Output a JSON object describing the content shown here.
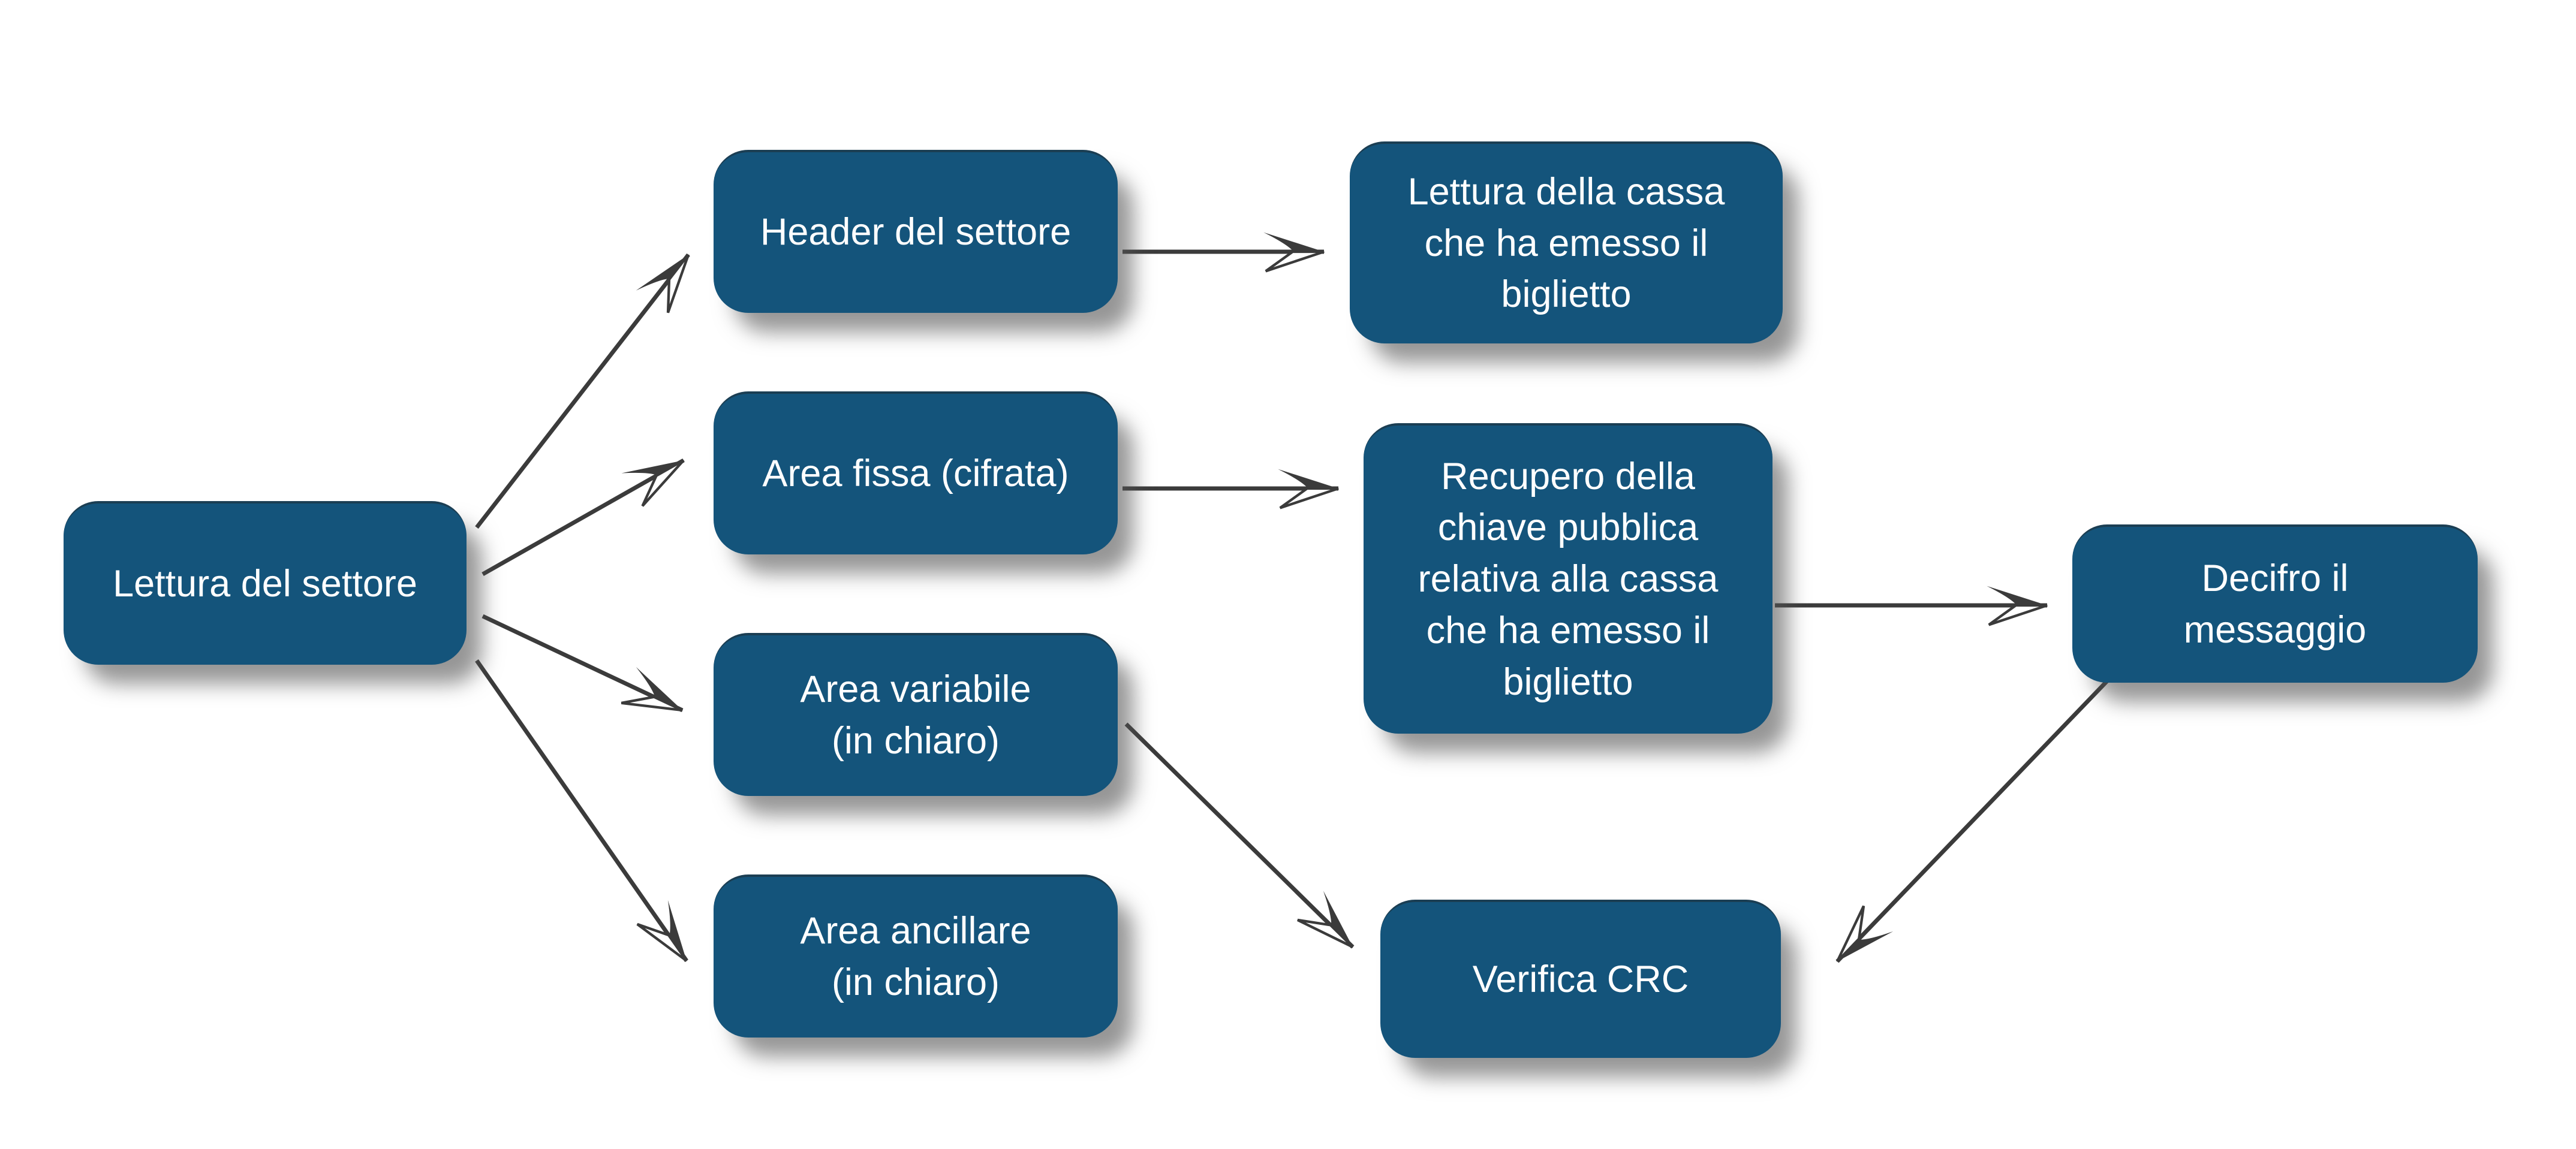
{
  "diagram": {
    "colors": {
      "background": "#ffffff",
      "node_fill": "#14547b",
      "node_text": "#ffffff",
      "arrow": "#3b3b3b"
    },
    "nodes": [
      {
        "id": "lettura-settore",
        "label": "Lettura del settore"
      },
      {
        "id": "header-settore",
        "label": "Header del settore"
      },
      {
        "id": "area-fissa",
        "label": "Area fissa (cifrata)"
      },
      {
        "id": "area-variabile",
        "label": "Area variabile\n(in chiaro)"
      },
      {
        "id": "area-ancillare",
        "label": "Area ancillare\n(in chiaro)"
      },
      {
        "id": "lettura-cassa",
        "label": "Lettura della cassa\nche ha emesso il\nbiglietto"
      },
      {
        "id": "recupero-chiave",
        "label": "Recupero della\nchiave pubblica\nrelativa alla cassa\nche ha emesso il\nbiglietto"
      },
      {
        "id": "verifica-crc",
        "label": "Verifica CRC"
      },
      {
        "id": "decifro-messaggio",
        "label": "Decifro il\nmessaggio"
      }
    ],
    "edges": [
      {
        "from": "lettura-settore",
        "to": "header-settore"
      },
      {
        "from": "lettura-settore",
        "to": "area-fissa"
      },
      {
        "from": "lettura-settore",
        "to": "area-variabile"
      },
      {
        "from": "lettura-settore",
        "to": "area-ancillare"
      },
      {
        "from": "header-settore",
        "to": "lettura-cassa"
      },
      {
        "from": "area-fissa",
        "to": "recupero-chiave"
      },
      {
        "from": "area-variabile",
        "to": "verifica-crc"
      },
      {
        "from": "recupero-chiave",
        "to": "decifro-messaggio"
      },
      {
        "from": "decifro-messaggio",
        "to": "verifica-crc"
      }
    ]
  }
}
